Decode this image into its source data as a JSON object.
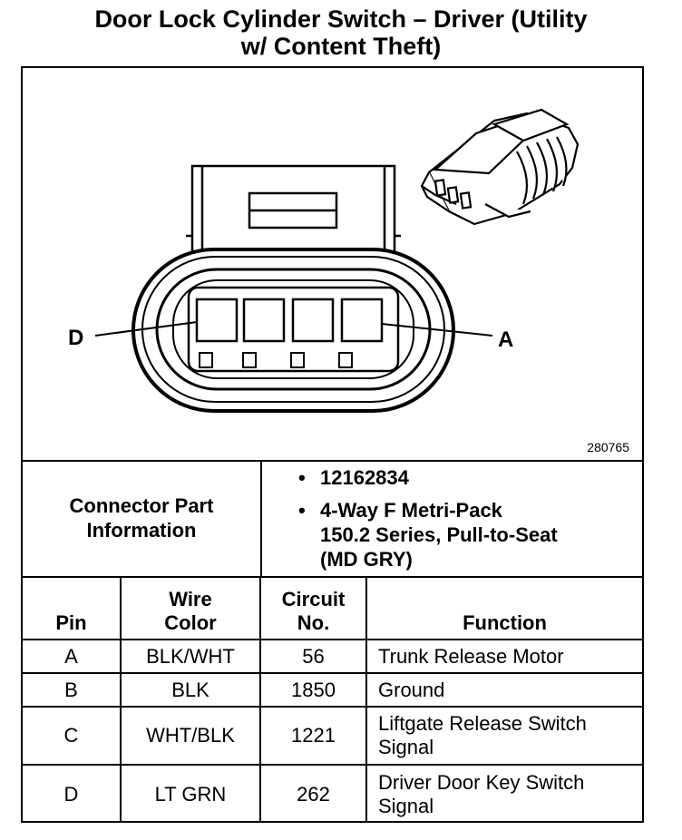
{
  "title": {
    "line1": "Door Lock Cylinder Switch – Driver (Utility",
    "line2": "w/ Content Theft)"
  },
  "diagram": {
    "left_pin_label": "D",
    "right_pin_label": "A",
    "figure_number": "280765"
  },
  "connector_info": {
    "label_line1": "Connector Part",
    "label_line2": "Information",
    "bullet_symbol": "•",
    "bullets": [
      {
        "lines": [
          "12162834"
        ]
      },
      {
        "lines": [
          "4-Way F Metri-Pack",
          "150.2 Series, Pull-to-Seat",
          "(MD GRY)"
        ]
      }
    ]
  },
  "pin_table": {
    "headers": {
      "pin": "Pin",
      "wire_line1": "Wire",
      "wire_line2": "Color",
      "circuit_line1": "Circuit",
      "circuit_line2": "No.",
      "function": "Function"
    },
    "rows": [
      {
        "pin": "A",
        "wire": "BLK/WHT",
        "circuit": "56",
        "function_line1": "Trunk Release Motor",
        "function_line2": ""
      },
      {
        "pin": "B",
        "wire": "BLK",
        "circuit": "1850",
        "function_line1": "Ground",
        "function_line2": ""
      },
      {
        "pin": "C",
        "wire": "WHT/BLK",
        "circuit": "1221",
        "function_line1": "Liftgate Release Switch",
        "function_line2": "Signal"
      },
      {
        "pin": "D",
        "wire": "LT GRN",
        "circuit": "262",
        "function_line1": "Driver Door Key Switch",
        "function_line2": "Signal"
      }
    ]
  }
}
